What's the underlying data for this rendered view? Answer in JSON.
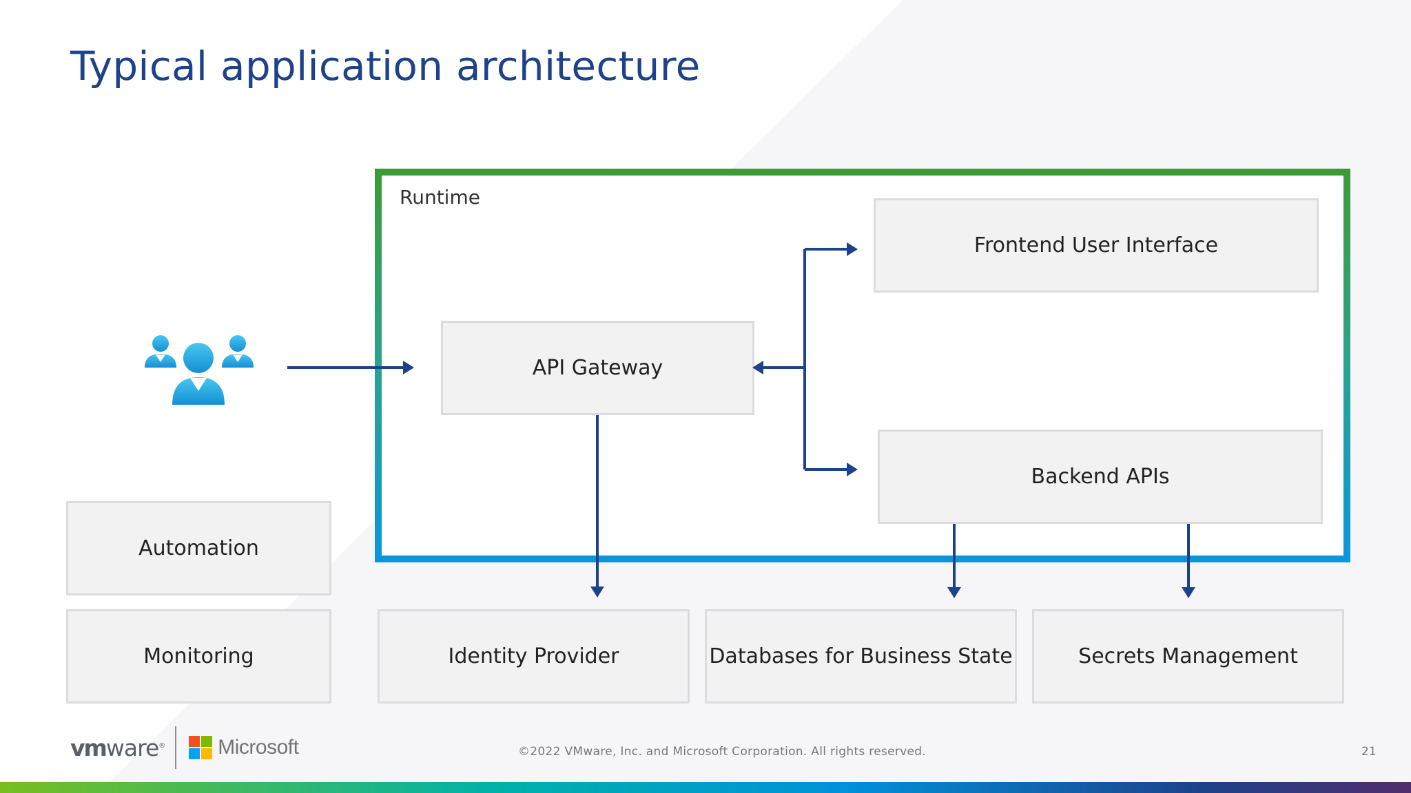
{
  "slide": {
    "title": "Typical application architecture",
    "page_number": "21",
    "copyright": "©2022 VMware, Inc. and Microsoft Corporation. All rights reserved."
  },
  "runtime": {
    "label": "Runtime"
  },
  "boxes": {
    "api_gateway": "API Gateway",
    "frontend": "Frontend User Interface",
    "backend": "Backend APIs",
    "automation": "Automation",
    "monitoring": "Monitoring",
    "identity": "Identity Provider",
    "databases": "Databases for Business State",
    "secrets": "Secrets Management"
  },
  "logos": {
    "vmware": {
      "text_bold": "vm",
      "text_light": "ware",
      "mark": "®"
    },
    "microsoft": {
      "text": "Microsoft",
      "colors": [
        "#f25022",
        "#7fba00",
        "#00a4ef",
        "#ffb900"
      ]
    }
  },
  "icons": {
    "users": "users-group-icon"
  },
  "colors": {
    "title": "#1d428a",
    "arrow": "#1d428a",
    "runtime_border_top": "#3d9b35",
    "runtime_border_bottom": "#0a96dd",
    "box_fill": "#f2f2f3",
    "box_border": "#dcdcdf",
    "users_icon": "#1ba1e2"
  }
}
